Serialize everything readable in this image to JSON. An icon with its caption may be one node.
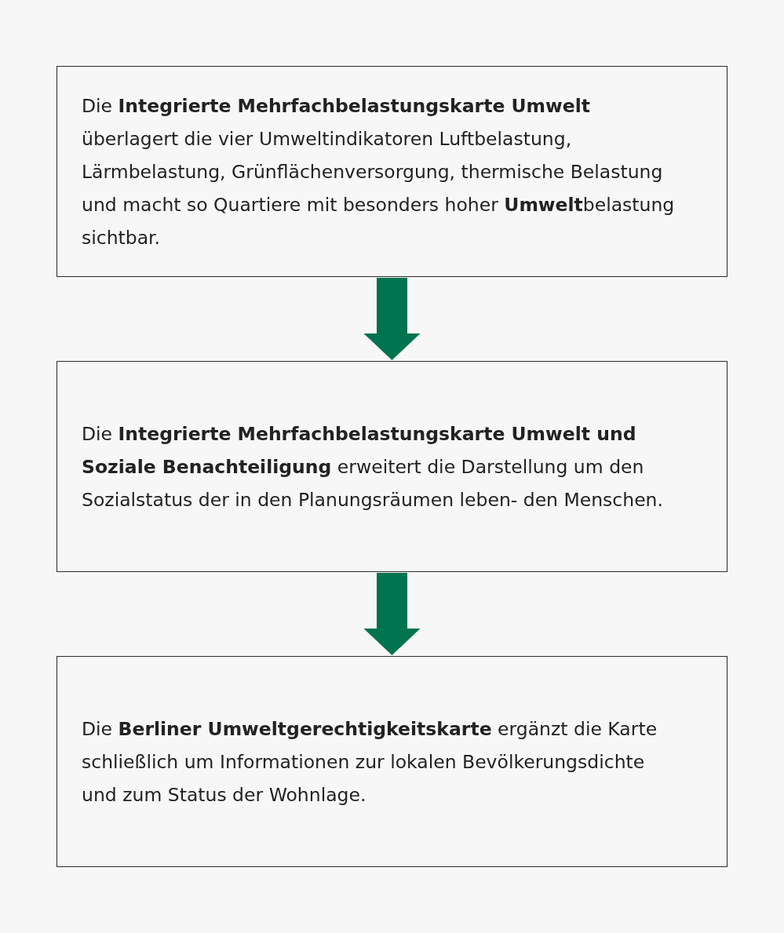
{
  "diagram": {
    "nodes": [
      {
        "text": [
          "Die **Integrierte Mehrfachbelastungskarte Umwelt** überlagert die vier Umweltindikatoren Luftbelastung, Lärmbelastung, Grünflächenversorgung, thermische Belastung und macht so Quartiere mit besonders hoher **Umwelt**belastung sichtbar."
        ]
      },
      {
        "text": [
          "Die **Integrierte Mehrfachbelastungskarte Umwelt und Soziale Benachteiligung** erweitert die Darstellung um den Sozialstatus der in den Planungsräumen leben- den Menschen."
        ]
      },
      {
        "text": [
          "Die **Berliner Umweltgerechtigkeitskarte** ergänzt die Karte schließlich um Informationen zur lokalen Bevölkerungsdichte und zum Status der Wohnlage."
        ]
      }
    ],
    "edges": [
      {
        "from": 0,
        "to": 1,
        "arrow": "to"
      },
      {
        "from": 1,
        "to": 2,
        "arrow": "to"
      }
    ]
  }
}
